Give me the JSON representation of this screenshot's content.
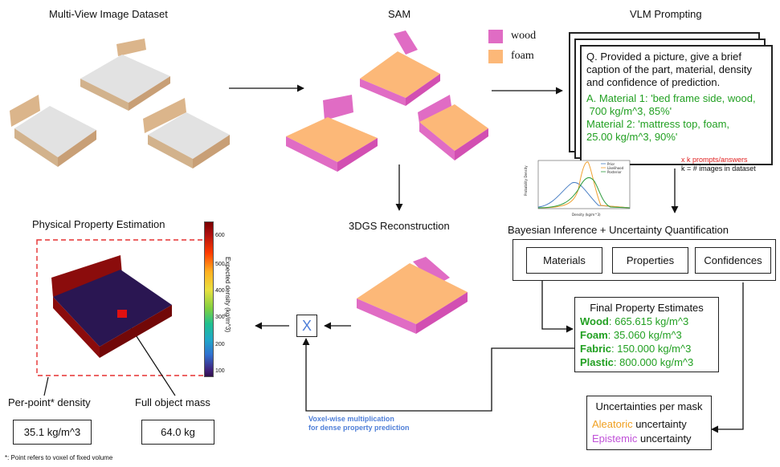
{
  "stages": {
    "dataset": "Multi-View Image Dataset",
    "sam": "SAM",
    "vlm": "VLM Prompting",
    "recon": "3DGS Reconstruction",
    "bayes": "Bayesian Inference + Uncertainty Quantification",
    "estimation": "Physical Property Estimation"
  },
  "legend": {
    "wood": "wood",
    "foam": "foam",
    "wood_color": "#e06cc4",
    "foam_color": "#fcb878"
  },
  "prompt": {
    "question": "Q. Provided a picture, give a brief caption of the part, material, density and confidence of prediction.",
    "answer1_a": "A. Material 1: 'bed frame side, wood,",
    "answer1_b": " 700 kg/m^3, 85%'",
    "answer2_a": "Material 2: 'mattress top, foam,",
    "answer2_b": "25.00 kg/m^3, 90%'",
    "k_prompts": "x k prompts/answers",
    "k_def": "k = # images in dataset"
  },
  "mini_chart": {
    "legend": [
      "Prior",
      "Likelihood",
      "Posterior"
    ],
    "xlabel": "Density (kg/m^3)",
    "ylabel": "Probability Density"
  },
  "bayes_boxes": {
    "materials": "Materials",
    "properties": "Properties",
    "confidences": "Confidences"
  },
  "final": {
    "title": "Final Property Estimates",
    "rows": [
      {
        "name": "Wood",
        "value": ": 665.615 kg/m^3"
      },
      {
        "name": "Foam",
        "value": ": 35.060 kg/m^3"
      },
      {
        "name": "Fabric",
        "value": ": 150.000 kg/m^3"
      },
      {
        "name": "Plastic",
        "value": ": 800.000 kg/m^3"
      }
    ]
  },
  "uncertainty": {
    "title": "Uncertainties per mask",
    "aleatoric": "Aleatoric",
    "epistemic": "Epistemic",
    "suffix": " uncertainty"
  },
  "multiply": {
    "symbol": "X",
    "note_1": "Voxel-wise multiplication",
    "note_2": "for dense property prediction"
  },
  "colorbar": {
    "label": "Expected density (kg/m^3)",
    "ticks": [
      "600",
      "500",
      "400",
      "300",
      "200",
      "100"
    ]
  },
  "outputs": {
    "per_point_label": "Per-point* density",
    "per_point_value": "35.1 kg/m^3",
    "mass_label": "Full object mass",
    "mass_value": "64.0 kg",
    "footnote": "*: Point refers to voxel of fixed volume"
  }
}
